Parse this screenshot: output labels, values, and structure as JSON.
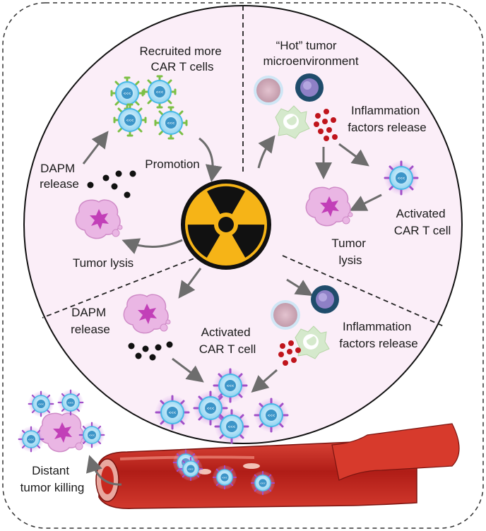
{
  "labels": {
    "recruited": [
      "Recruited more",
      "CAR T cells"
    ],
    "hot": [
      "“Hot” tumor",
      "microenvironment"
    ],
    "inflammation_top": [
      "Inflammation",
      "factors release"
    ],
    "promotion": "Promotion",
    "dapm_top": [
      "DAPM",
      "release"
    ],
    "activated_right": [
      "Activated",
      "CAR T cell"
    ],
    "tumor_lysis_right": [
      "Tumor",
      "lysis"
    ],
    "tumor_lysis_left": "Tumor lysis",
    "dapm_bottom": [
      "DAPM",
      "release"
    ],
    "activated_bottom": [
      "Activated",
      "CAR T cell"
    ],
    "inflammation_bottom": [
      "Inflammation",
      "factors release"
    ],
    "distant": [
      "Distant",
      "tumor killing"
    ]
  },
  "colors": {
    "panel_fill": "#fbeef8",
    "circle_stroke": "#111111",
    "tcell_fill": "#bfeafb",
    "tcell_ring": "#49b9e6",
    "receptor_green": "#7cbf45",
    "receptor_purple": "#a04fc8",
    "tumor_fill": "#eab6e4",
    "tumor_core": "#c23fb8",
    "factor_red": "#c0141c",
    "radiation_yellow": "#f6b417",
    "vessel_red": "#c8281f",
    "arrow_gray": "#6d6d6d"
  },
  "icons": [
    "radiation-icon",
    "tcell-icon",
    "tumor-cell-icon",
    "blood-vessel-icon",
    "macrophage-icon",
    "dendritic-cell-icon"
  ]
}
